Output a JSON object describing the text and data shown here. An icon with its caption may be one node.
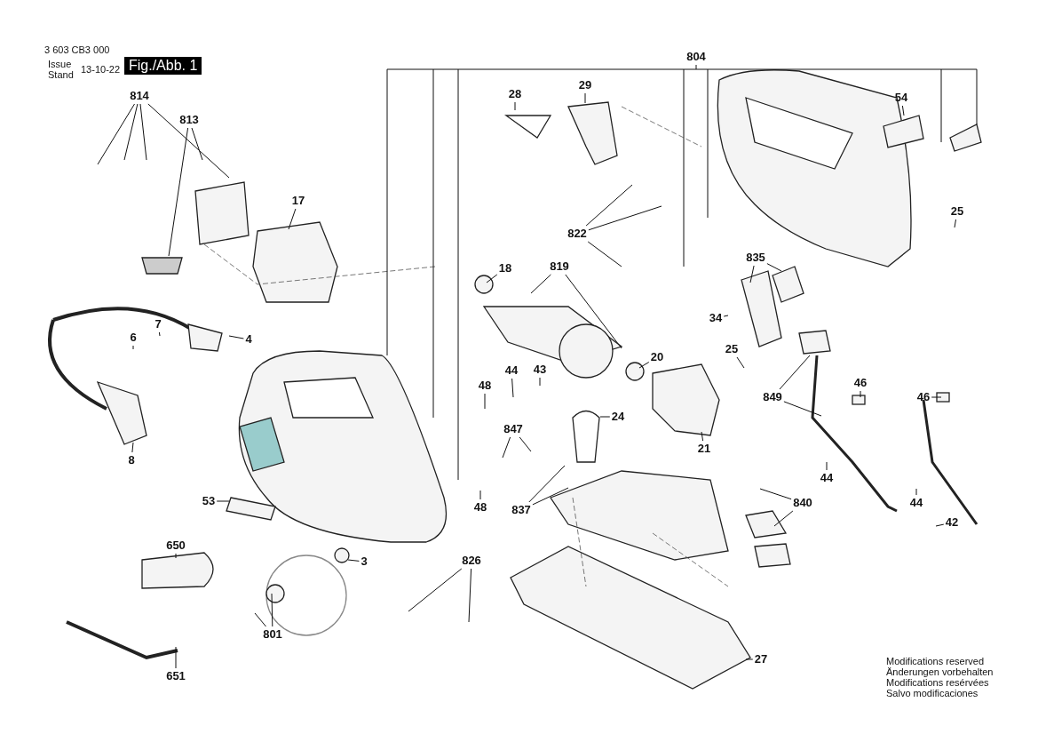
{
  "diagram": {
    "nodes": [
      {
        "text": [
          "814"
        ]
      },
      {
        "text": [
          "813"
        ]
      },
      {
        "text": [
          "17"
        ]
      },
      {
        "text": [
          "28"
        ]
      },
      {
        "text": [
          "29"
        ]
      },
      {
        "text": [
          "54"
        ]
      },
      {
        "text": [
          "822"
        ]
      },
      {
        "text": [
          "25"
        ]
      },
      {
        "text": [
          "18"
        ]
      },
      {
        "text": [
          "819"
        ]
      },
      {
        "text": [
          "835"
        ]
      },
      {
        "text": [
          "7"
        ]
      },
      {
        "text": [
          "6"
        ]
      },
      {
        "text": [
          "4"
        ]
      },
      {
        "text": [
          "34"
        ]
      },
      {
        "text": [
          "25"
        ]
      },
      {
        "text": [
          "43"
        ]
      },
      {
        "text": [
          "20"
        ]
      },
      {
        "text": [
          "44"
        ]
      },
      {
        "text": [
          "48"
        ]
      },
      {
        "text": [
          "46"
        ]
      },
      {
        "text": [
          "849"
        ]
      },
      {
        "text": [
          "46"
        ]
      },
      {
        "text": [
          "24"
        ]
      },
      {
        "text": [
          "847"
        ]
      },
      {
        "text": [
          "21"
        ]
      },
      {
        "text": [
          "8"
        ]
      },
      {
        "text": [
          "44"
        ]
      },
      {
        "text": [
          "48"
        ]
      },
      {
        "text": [
          "837"
        ]
      },
      {
        "text": [
          "53"
        ]
      },
      {
        "text": [
          "840"
        ]
      },
      {
        "text": [
          "44"
        ]
      },
      {
        "text": [
          "42"
        ]
      },
      {
        "text": [
          "650"
        ]
      },
      {
        "text": [
          "3"
        ]
      },
      {
        "text": [
          "826"
        ]
      },
      {
        "text": [
          "801"
        ]
      },
      {
        "text": [
          "27"
        ]
      },
      {
        "text": [
          "651"
        ]
      },
      {
        "text": [
          "804"
        ]
      }
    ],
    "edges": [
      {
        "from": 0,
        "to": null,
        "arrow": "none"
      },
      {
        "from": 1,
        "to": null,
        "arrow": "none"
      },
      {
        "from": 2,
        "to": null,
        "arrow": "none"
      },
      {
        "from": 3,
        "to": null,
        "arrow": "none"
      },
      {
        "from": 4,
        "to": null,
        "arrow": "none"
      },
      {
        "from": 5,
        "to": null,
        "arrow": "none"
      },
      {
        "from": 6,
        "to": null,
        "arrow": "none"
      },
      {
        "from": 7,
        "to": null,
        "arrow": "none"
      },
      {
        "from": 8,
        "to": null,
        "arrow": "none"
      },
      {
        "from": 9,
        "to": null,
        "arrow": "none"
      },
      {
        "from": 10,
        "to": null,
        "arrow": "none"
      },
      {
        "from": 11,
        "to": null,
        "arrow": "none"
      },
      {
        "from": 12,
        "to": null,
        "arrow": "none"
      },
      {
        "from": 13,
        "to": null,
        "arrow": "none"
      },
      {
        "from": 14,
        "to": null,
        "arrow": "none"
      },
      {
        "from": 15,
        "to": null,
        "arrow": "none"
      },
      {
        "from": 16,
        "to": null,
        "arrow": "none"
      },
      {
        "from": 17,
        "to": null,
        "arrow": "none"
      },
      {
        "from": 18,
        "to": null,
        "arrow": "none"
      },
      {
        "from": 19,
        "to": null,
        "arrow": "none"
      },
      {
        "from": 20,
        "to": null,
        "arrow": "none"
      },
      {
        "from": 21,
        "to": null,
        "arrow": "none"
      },
      {
        "from": 22,
        "to": null,
        "arrow": "none"
      },
      {
        "from": 23,
        "to": null,
        "arrow": "none"
      },
      {
        "from": 24,
        "to": null,
        "arrow": "none"
      },
      {
        "from": 25,
        "to": null,
        "arrow": "none"
      },
      {
        "from": 26,
        "to": null,
        "arrow": "none"
      },
      {
        "from": 27,
        "to": null,
        "arrow": "none"
      },
      {
        "from": 28,
        "to": null,
        "arrow": "none"
      },
      {
        "from": 29,
        "to": null,
        "arrow": "none"
      },
      {
        "from": 30,
        "to": null,
        "arrow": "none"
      },
      {
        "from": 31,
        "to": null,
        "arrow": "none"
      },
      {
        "from": 32,
        "to": null,
        "arrow": "none"
      },
      {
        "from": 33,
        "to": null,
        "arrow": "none"
      },
      {
        "from": 34,
        "to": null,
        "arrow": "none"
      },
      {
        "from": 35,
        "to": null,
        "arrow": "none"
      },
      {
        "from": 36,
        "to": null,
        "arrow": "none"
      },
      {
        "from": 37,
        "to": null,
        "arrow": "none"
      },
      {
        "from": 38,
        "to": null,
        "arrow": "none"
      },
      {
        "from": 39,
        "to": null,
        "arrow": "none"
      },
      {
        "from": 40,
        "to": null,
        "arrow": "none"
      }
    ],
    "labels": [
      "3 603 CB3 000",
      "Issue",
      "Stand",
      "13-10-22",
      "Fig./Abb. 1",
      "Modifications reserved",
      "Änderungen vorbehalten",
      "Modifications resérvées",
      "Salvo modificaciones"
    ]
  }
}
